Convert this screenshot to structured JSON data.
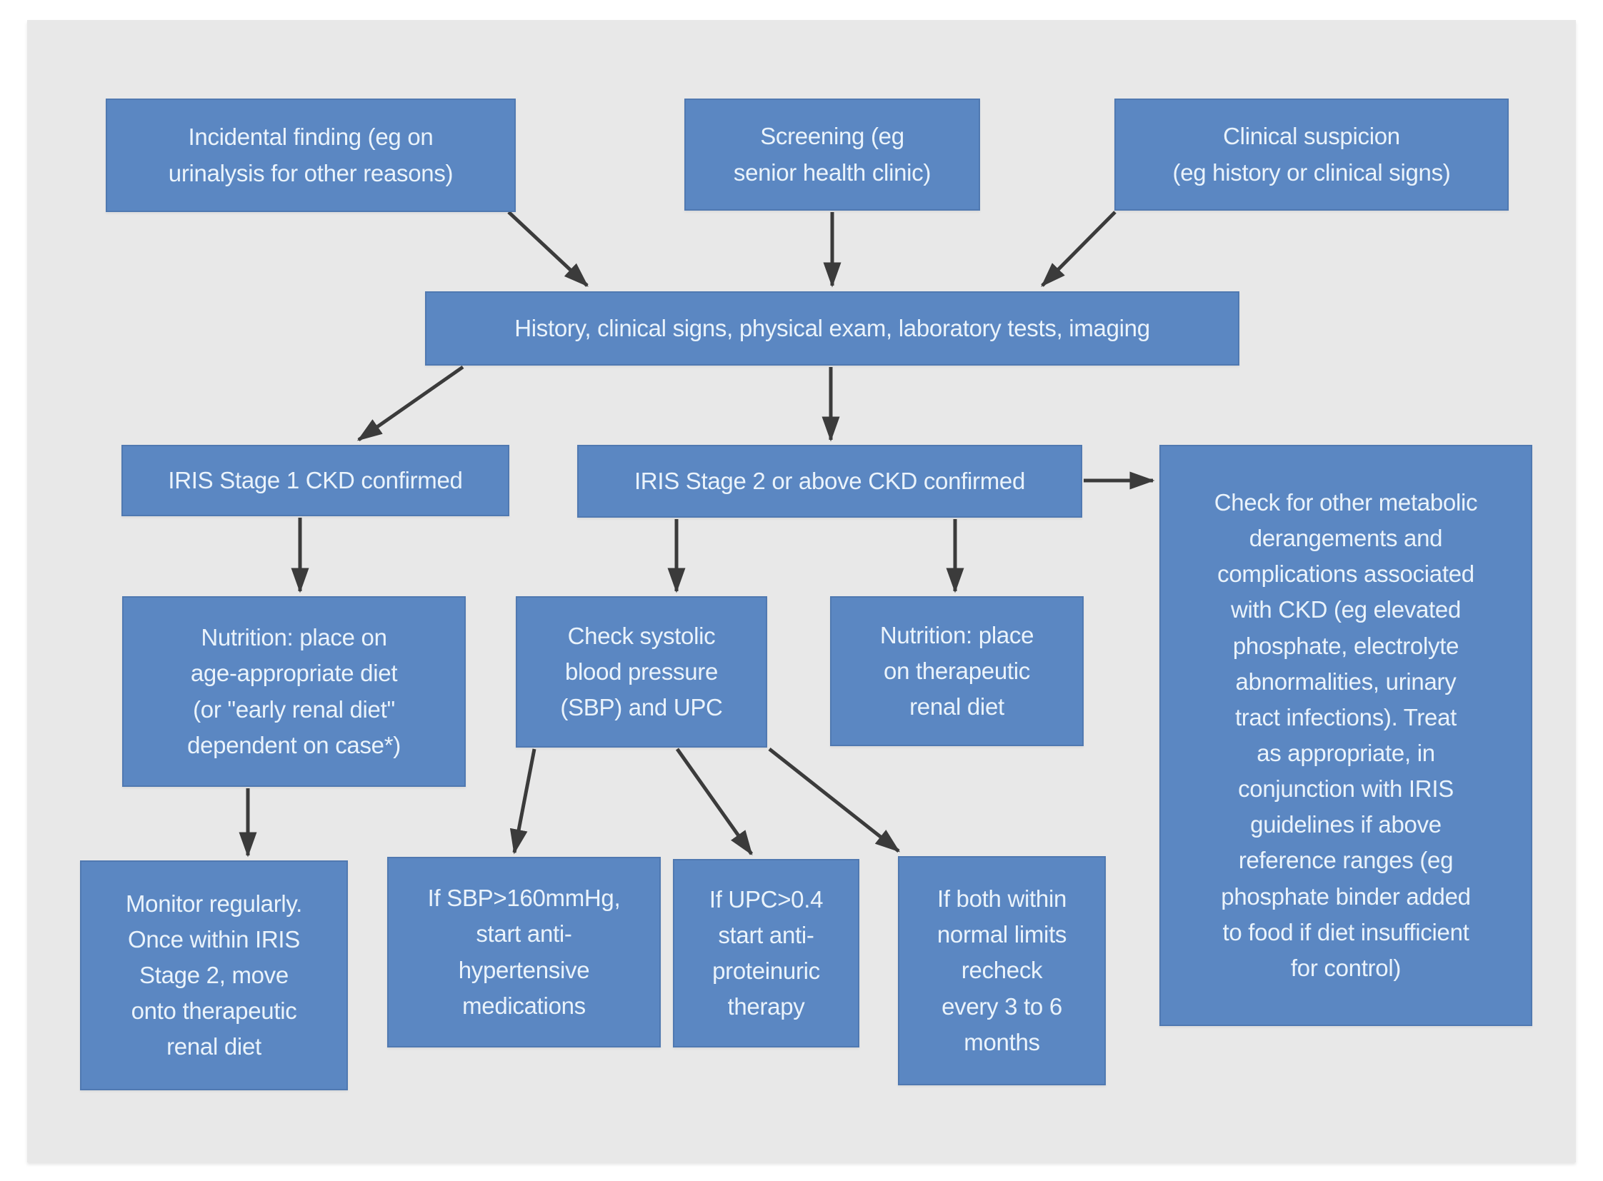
{
  "canvas": {
    "background_color": "#ffffff",
    "panel_color": "#e8e8e8",
    "node_color": "#5b87c2",
    "node_text_color": "#eaf3fb",
    "arrow_color": "#3b3b3b"
  },
  "nodes": {
    "incidental": {
      "label": "Incidental finding (eg on\nurinalysis for other reasons)"
    },
    "screening": {
      "label": "Screening (eg\nsenior health clinic)"
    },
    "clinical_suspicion": {
      "label": "Clinical suspicion\n(eg history or clinical signs)"
    },
    "history": {
      "label": "History, clinical signs, physical exam, laboratory tests, imaging"
    },
    "stage1": {
      "label": "IRIS Stage 1 CKD confirmed"
    },
    "stage2": {
      "label": "IRIS Stage 2 or above CKD confirmed"
    },
    "metabolic_check": {
      "label": "Check for other metabolic\nderangements and\ncomplications associated\nwith CKD (eg elevated\nphosphate, electrolyte\nabnormalities, urinary\ntract infections). Treat\nas appropriate, in\nconjunction with IRIS\nguidelines if above\nreference ranges (eg\nphosphate binder added\nto food if diet insufficient\nfor control)"
    },
    "nutrition_age": {
      "label": "Nutrition: place on\nage-appropriate diet\n(or \"early renal diet\"\ndependent on case*)"
    },
    "check_sbp_upc": {
      "label": "Check systolic\nblood pressure\n(SBP) and UPC"
    },
    "nutrition_renal": {
      "label": "Nutrition: place\non therapeutic\nrenal diet"
    },
    "monitor": {
      "label": "Monitor regularly.\nOnce within IRIS\nStage 2, move\nonto therapeutic\nrenal diet"
    },
    "sbp_high": {
      "label": "If SBP>160mmHg,\nstart anti-\nhypertensive\nmedications"
    },
    "upc_high": {
      "label": "If UPC>0.4\nstart anti-\nproteinuric\ntherapy"
    },
    "both_normal": {
      "label": "If both within\nnormal limits\nrecheck\nevery 3 to 6\nmonths"
    }
  }
}
